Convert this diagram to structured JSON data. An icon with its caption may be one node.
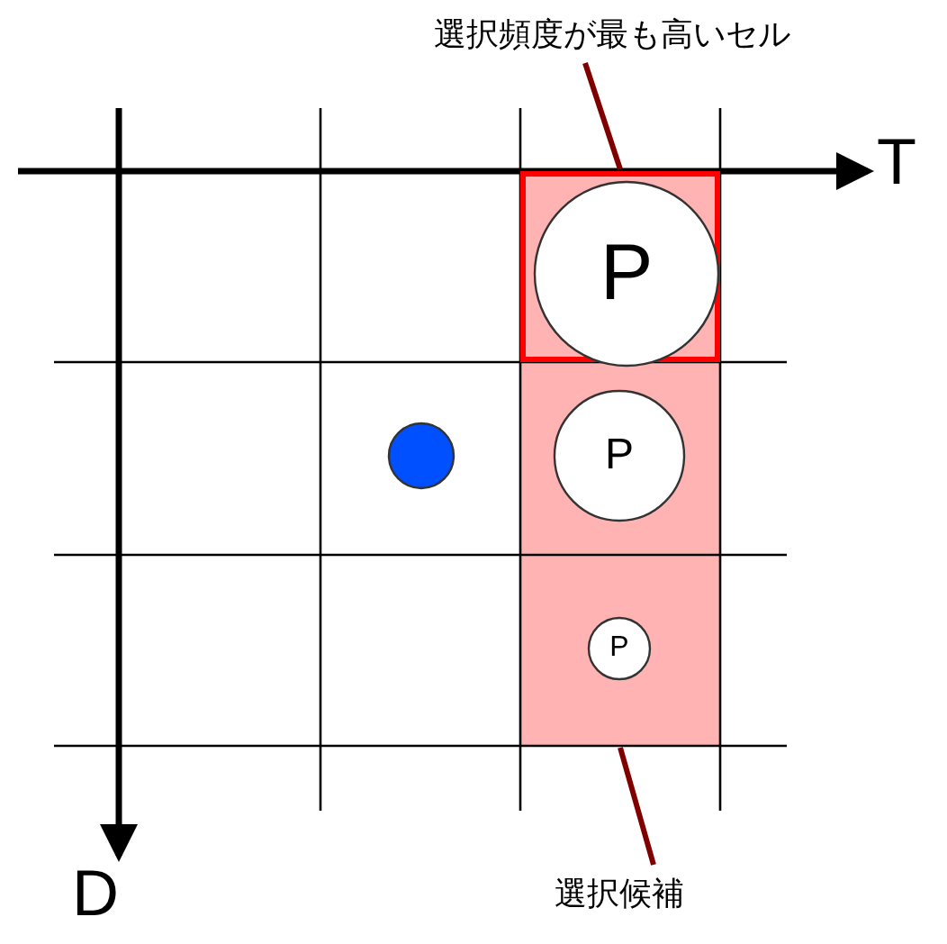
{
  "diagram": {
    "nodes": [
      {
        "text": [
          "選択頻度が最も高いセル"
        ]
      },
      {
        "text": [],
        "shape": "box"
      },
      {
        "text": [],
        "shape": "box",
        "in": 1
      },
      {
        "text": [
          "P"
        ],
        "in": 2
      },
      {
        "text": [
          "P"
        ],
        "in": 1
      },
      {
        "text": [
          "P"
        ],
        "in": 1
      },
      {
        "text": [],
        "shape": "circle"
      },
      {
        "text": [
          "選択候補"
        ]
      }
    ],
    "edges": [
      {
        "from": 0,
        "to": 2,
        "arrow": "none"
      },
      {
        "from": 7,
        "to": 1,
        "arrow": "none"
      }
    ],
    "labels": [
      "T",
      "D"
    ]
  }
}
